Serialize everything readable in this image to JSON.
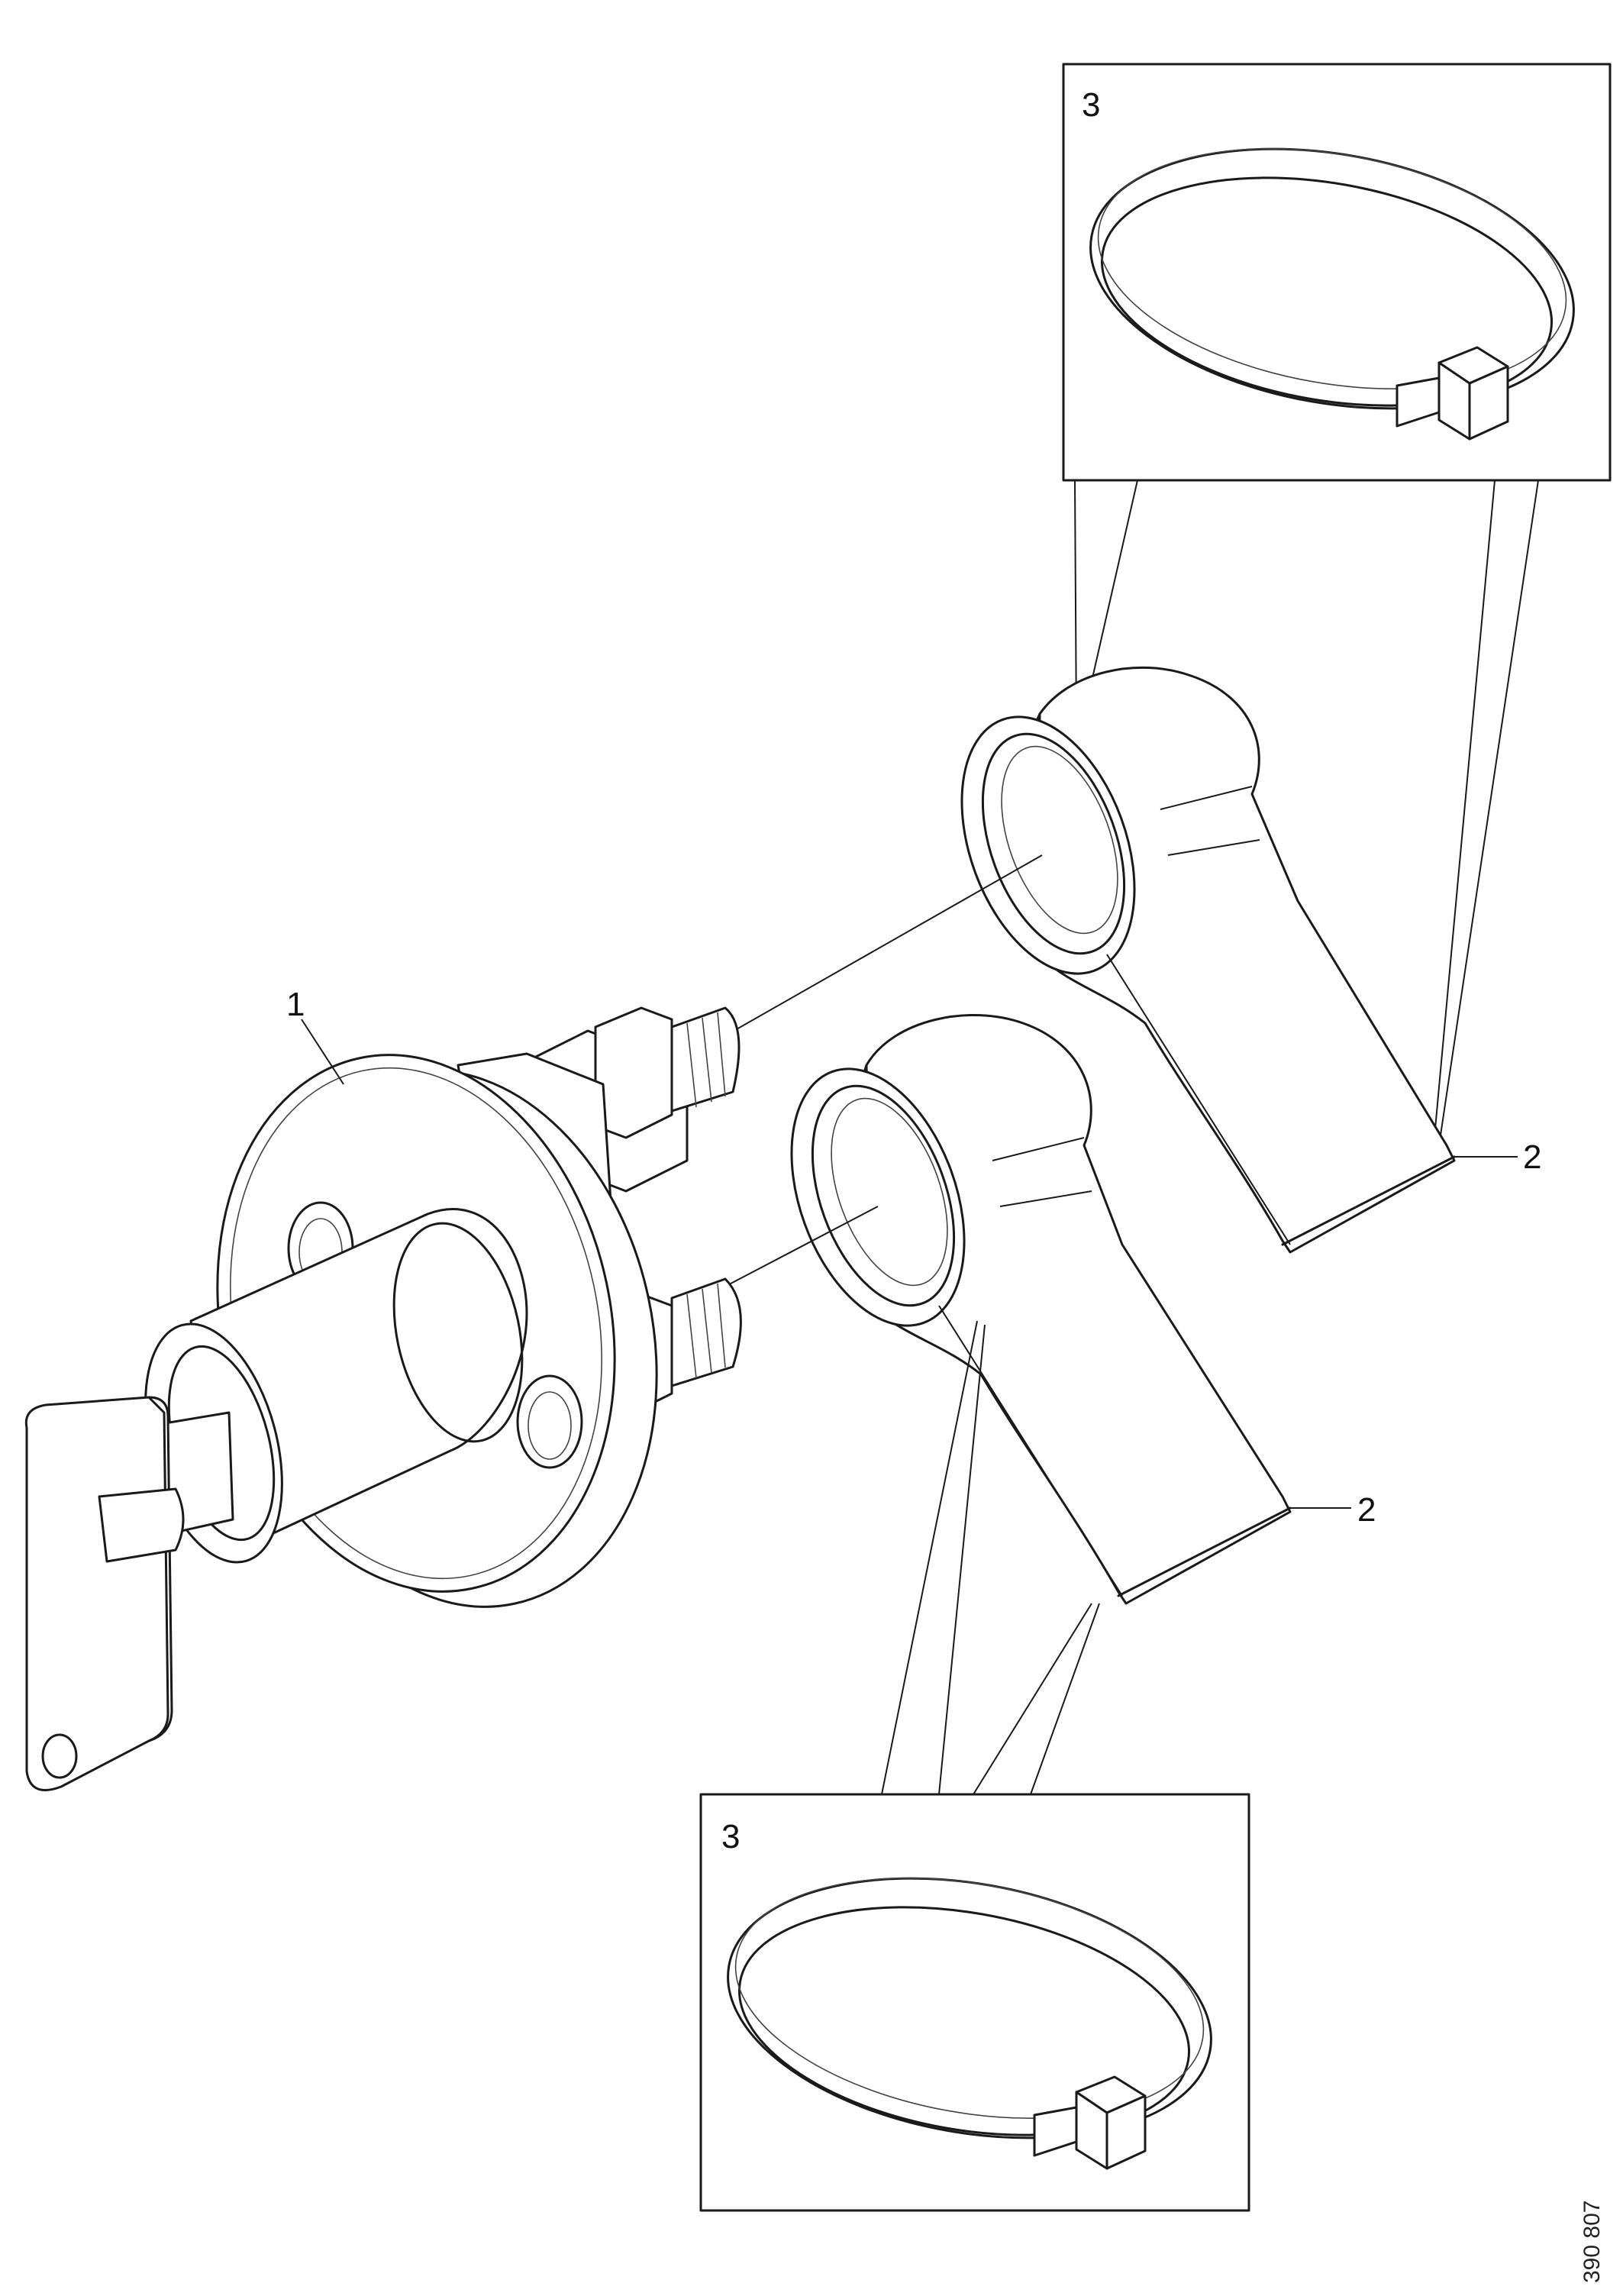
{
  "callouts": {
    "switch": "1",
    "cover_upper": "2",
    "cover_lower": "2",
    "tie_upper": "3",
    "tie_lower": "3"
  },
  "figure_ref": "390 807"
}
